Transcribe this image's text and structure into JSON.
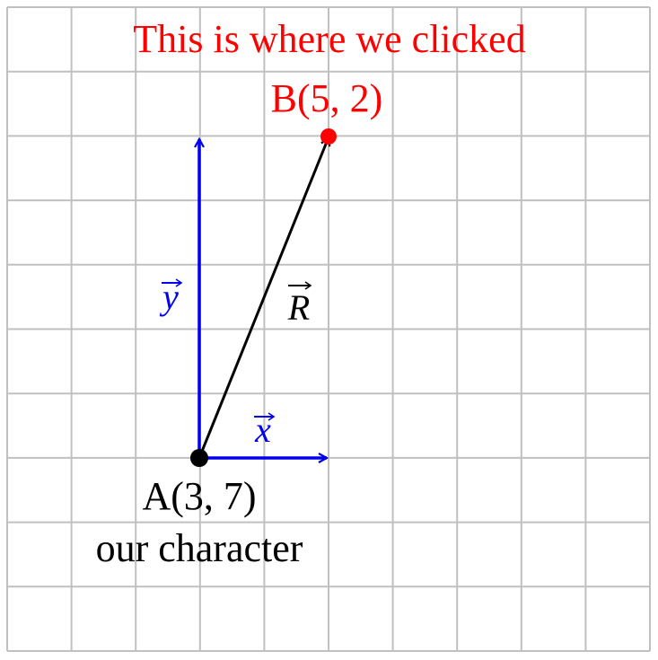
{
  "diagram": {
    "grid": {
      "columns": 10,
      "rows": 10
    },
    "colors": {
      "grid": "#c0c0c0",
      "axes": "#0000ee",
      "vector": "#000000",
      "target": "#ff0000",
      "origin": "#000000"
    },
    "point_a": {
      "label": "A(3, 7)",
      "caption": "our character",
      "x": 3,
      "y": 7
    },
    "point_b": {
      "label": "B(5, 2)",
      "caption": "This is where we clicked",
      "x": 5,
      "y": 2
    },
    "vectors": {
      "x_label": "x",
      "y_label": "y",
      "r_label": "R"
    }
  }
}
